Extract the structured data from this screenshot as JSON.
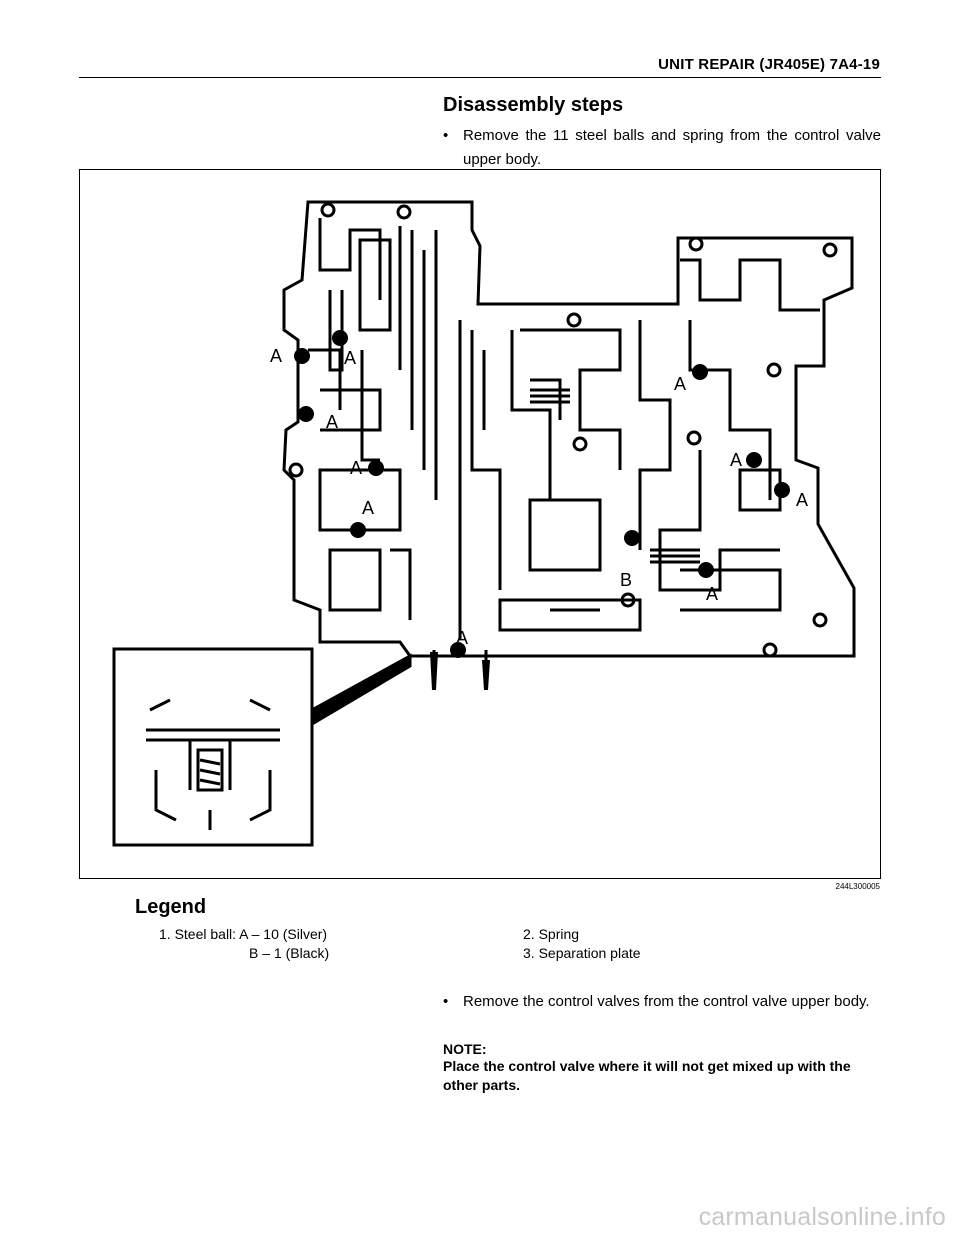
{
  "header": {
    "title": "UNIT REPAIR (JR405E)  7A4-19"
  },
  "section": {
    "title": "Disassembly steps",
    "bullet_char": "•",
    "step1": "Remove the 11 steel balls and spring from the control valve upper body.",
    "step2": "Remove the control valves from the control valve upper body."
  },
  "figure": {
    "id": "244L300005",
    "callouts": [
      "A",
      "A",
      "A",
      "A",
      "A",
      "A",
      "A",
      "A",
      "A",
      "A",
      "B"
    ]
  },
  "legend": {
    "title": "Legend",
    "item1_line1": "1. Steel ball: A – 10 (Silver)",
    "item1_line2": "B – 1 (Black)",
    "item2": "2. Spring",
    "item3": "3. Separation plate"
  },
  "note": {
    "label": "NOTE:",
    "text": "Place the control valve where it will not get mixed up with the other parts."
  },
  "watermark": "carmanualsonline.info"
}
